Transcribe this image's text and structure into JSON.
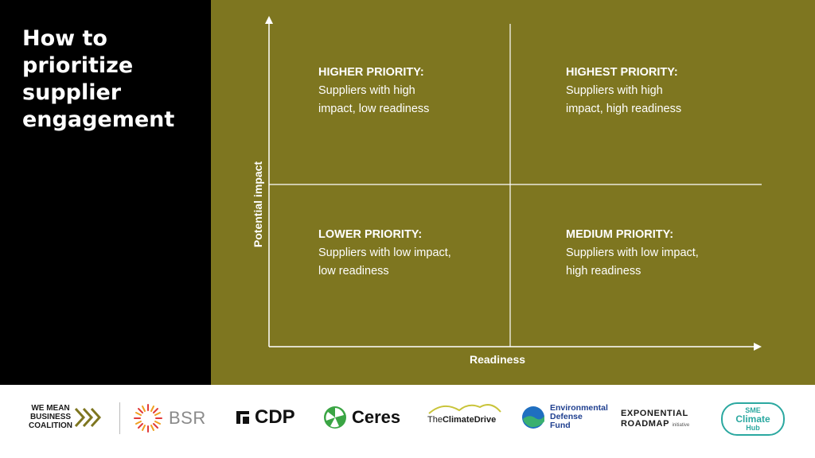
{
  "slide": {
    "title": "How to prioritize supplier engagement"
  },
  "diagram": {
    "x_axis_label": "Readiness",
    "y_axis_label": "Potential impact",
    "quadrants": {
      "top_left": {
        "heading": "HIGHER PRIORITY:",
        "body": "Suppliers with high impact, low readiness"
      },
      "top_right": {
        "heading": "HIGHEST PRIORITY:",
        "body": "Suppliers with high impact, high readiness"
      },
      "bottom_left": {
        "heading": "LOWER PRIORITY:",
        "body": "Suppliers with low impact, low readiness"
      },
      "bottom_right": {
        "heading": "MEDIUM PRIORITY:",
        "body": "Suppliers with low impact, high readiness"
      }
    }
  },
  "colors": {
    "panel_background": "#7e7620",
    "left_background": "#000000",
    "text": "#ffffff"
  },
  "footer": {
    "logos": {
      "wmb": [
        "WE MEAN",
        "BUSINESS",
        "COALITION"
      ],
      "bsr": "BSR",
      "cdp": "CDP",
      "ceres": "Ceres",
      "climate_drive": {
        "prefix": "The",
        "main": "ClimateDrive"
      },
      "edf": [
        "Environmental",
        "Defense",
        "Fund"
      ],
      "exponential": {
        "line1": "EXPONENTIAL",
        "line2": "ROADMAP",
        "suffix": "initiative"
      },
      "sme": [
        "SME",
        "Climate",
        "Hub"
      ]
    }
  }
}
